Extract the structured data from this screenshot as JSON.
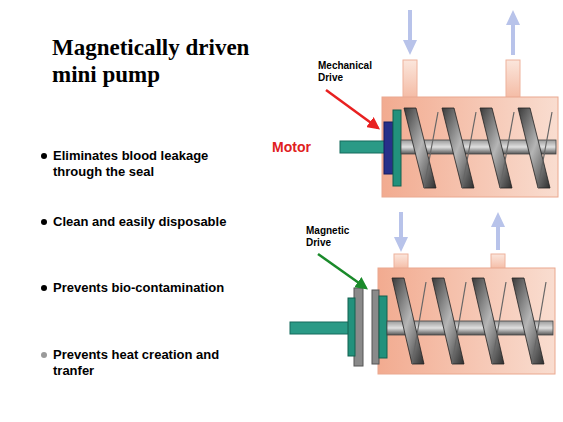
{
  "diagram": {
    "title": "Magnetically driven mini pump",
    "labels": [
      "Eliminates blood leakage through the seal",
      "Clean and easily disposable",
      "Prevents bio-contamination",
      "Prevents heat creation and tranfer",
      "Mechanical Drive",
      "Motor",
      "Magnetic Drive"
    ]
  }
}
